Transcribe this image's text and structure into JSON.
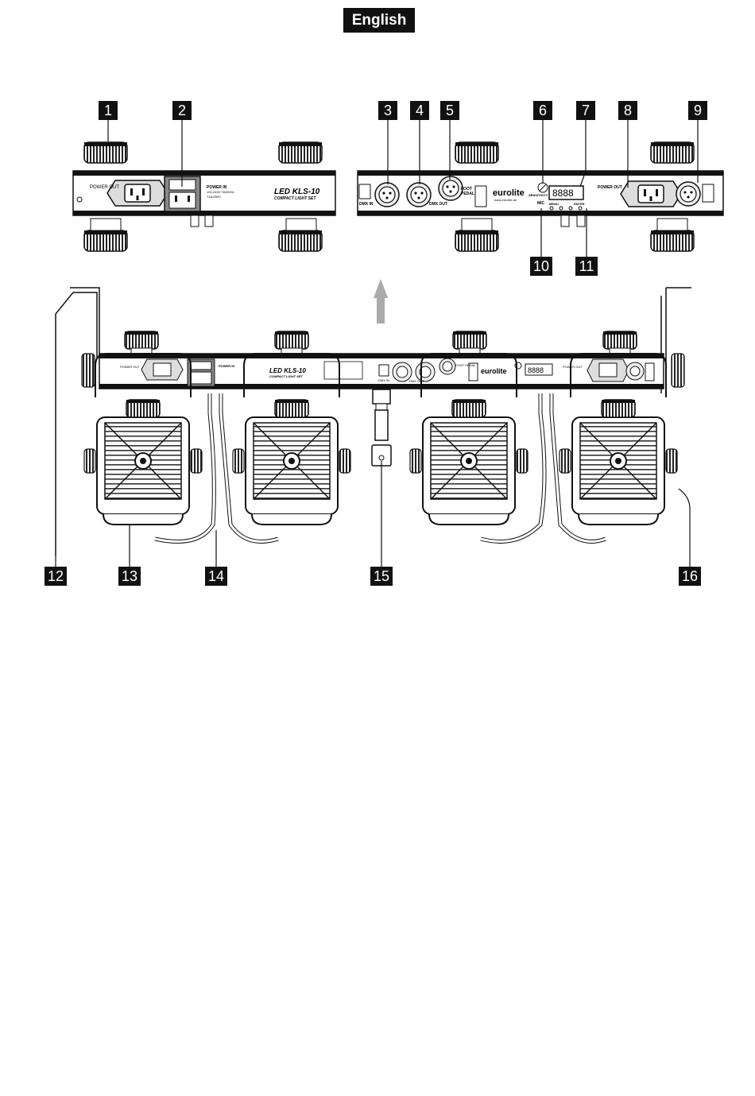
{
  "language_badge": "English",
  "callouts": [
    "1",
    "2",
    "3",
    "4",
    "5",
    "6",
    "7",
    "8",
    "9",
    "10",
    "11",
    "12",
    "13",
    "14",
    "15",
    "16"
  ],
  "panel_left": {
    "power_out": "POWER OUT",
    "power_in": "POWER IN",
    "power_in_spec": "100-240V~50/60Hz",
    "fuse": "T1A/250V",
    "brand_title": "LED KLS-10",
    "brand_sub": "COMPACT LIGHT SET"
  },
  "panel_right": {
    "dmx_in": "DMX IN",
    "dmx_out": "DMX OUT",
    "foot_pedal_1": "FOOT",
    "foot_pedal_2": "PEDAL",
    "sensitivity": "SENSITIVITY",
    "logo": "eurolite",
    "website": "www.eurolite.de",
    "display": "8888",
    "mic": "MIC",
    "menu": "MENU",
    "enter": "ENTER",
    "power_out": "POWER OUT"
  },
  "bar": {
    "power_out": "POWER OUT",
    "power_in": "POWER IN",
    "brand_title": "LED KLS-10",
    "brand_sub": "COMPACT LIGHT SET",
    "dmx_in": "DMX IN",
    "dmx_out": "DMX OUT",
    "foot_pedal": "FOOT PEDAL",
    "logo": "eurolite",
    "display": "8888",
    "power_out_right": "POWER OUT"
  }
}
